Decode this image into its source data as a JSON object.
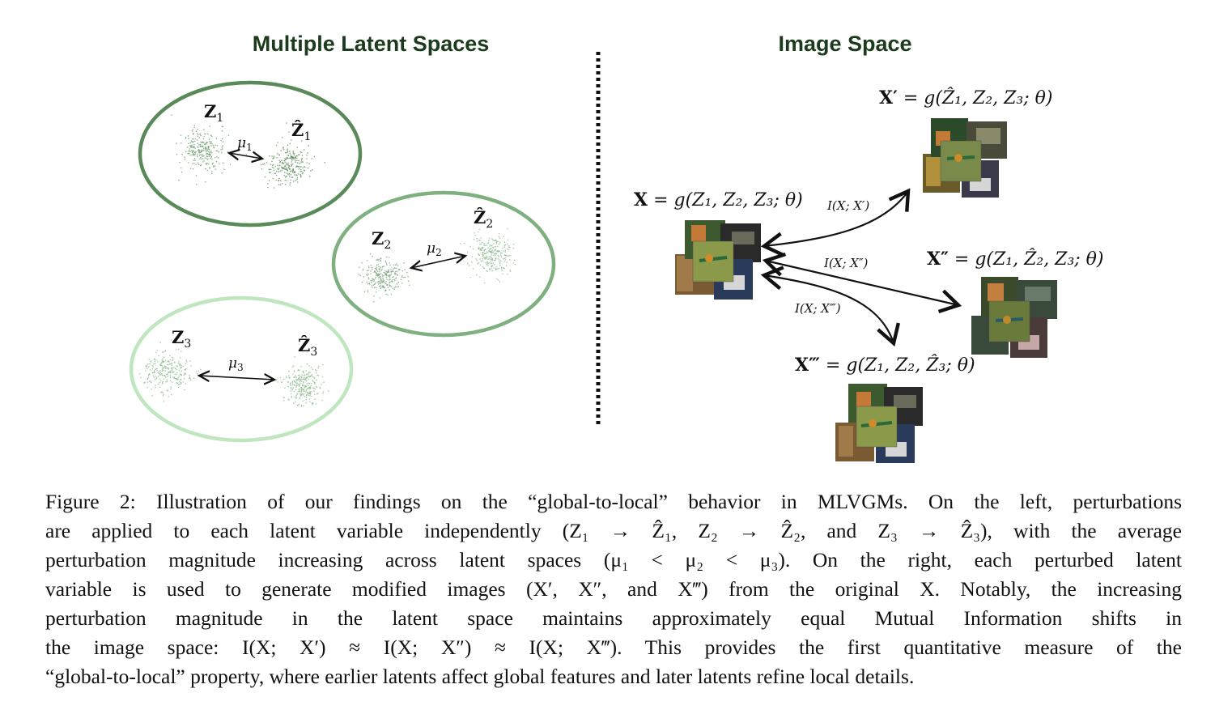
{
  "left_panel": {
    "title": "Multiple Latent Spaces",
    "spaces": [
      {
        "z": "Z",
        "sub": "1",
        "zhat": "Ẑ",
        "hat_sub": "1",
        "mu": "μ",
        "mu_sub": "1",
        "color": "#5a8a5a"
      },
      {
        "z": "Z",
        "sub": "2",
        "zhat": "Ẑ",
        "hat_sub": "2",
        "mu": "μ",
        "mu_sub": "2",
        "color": "#7fb07f"
      },
      {
        "z": "Z",
        "sub": "3",
        "zhat": "Ẑ",
        "hat_sub": "3",
        "mu": "μ",
        "mu_sub": "3",
        "color": "#bfe6bf"
      }
    ]
  },
  "right_panel": {
    "title": "Image Space",
    "original": {
      "lhs": "X",
      "rhs": " = g(Z₁, Z₂, Z₃; θ)"
    },
    "variants": [
      {
        "lhs": "X′",
        "rhs": " = g(Ẑ₁, Z₂, Z₃; θ)",
        "mi": "I(X; X′)"
      },
      {
        "lhs": "X″",
        "rhs": " = g(Z₁, Ẑ₂, Z₃; θ)",
        "mi": "I(X; X″)"
      },
      {
        "lhs": "X‴",
        "rhs": " = g(Z₁, Z₂, Ẑ₃; θ)",
        "mi": "I(X; X‴)"
      }
    ]
  },
  "caption": {
    "lines": [
      "Figure 2: Illustration of our findings on the “global-to-local” behavior in MLVGMs. On the left, perturbations",
      "are applied to each latent variable independently (Z₁ → Ẑ₁, Z₂ → Ẑ₂, and Z₃ → Ẑ₃), with the average",
      "perturbation magnitude increasing across latent spaces (μ₁ < μ₂ < μ₃). On the right, each perturbed latent",
      "variable is used to generate modified images (X′, X″, and X‴) from the original X. Notably, the increasing",
      "perturbation magnitude in the latent space maintains approximately equal Mutual Information shifts in",
      "the image space: I(X; X′) ≈ I(X; X″) ≈ I(X; X‴). This provides the first quantitative measure of the",
      "“global-to-local” property, where earlier latents affect global features and later latents refine local details."
    ]
  }
}
